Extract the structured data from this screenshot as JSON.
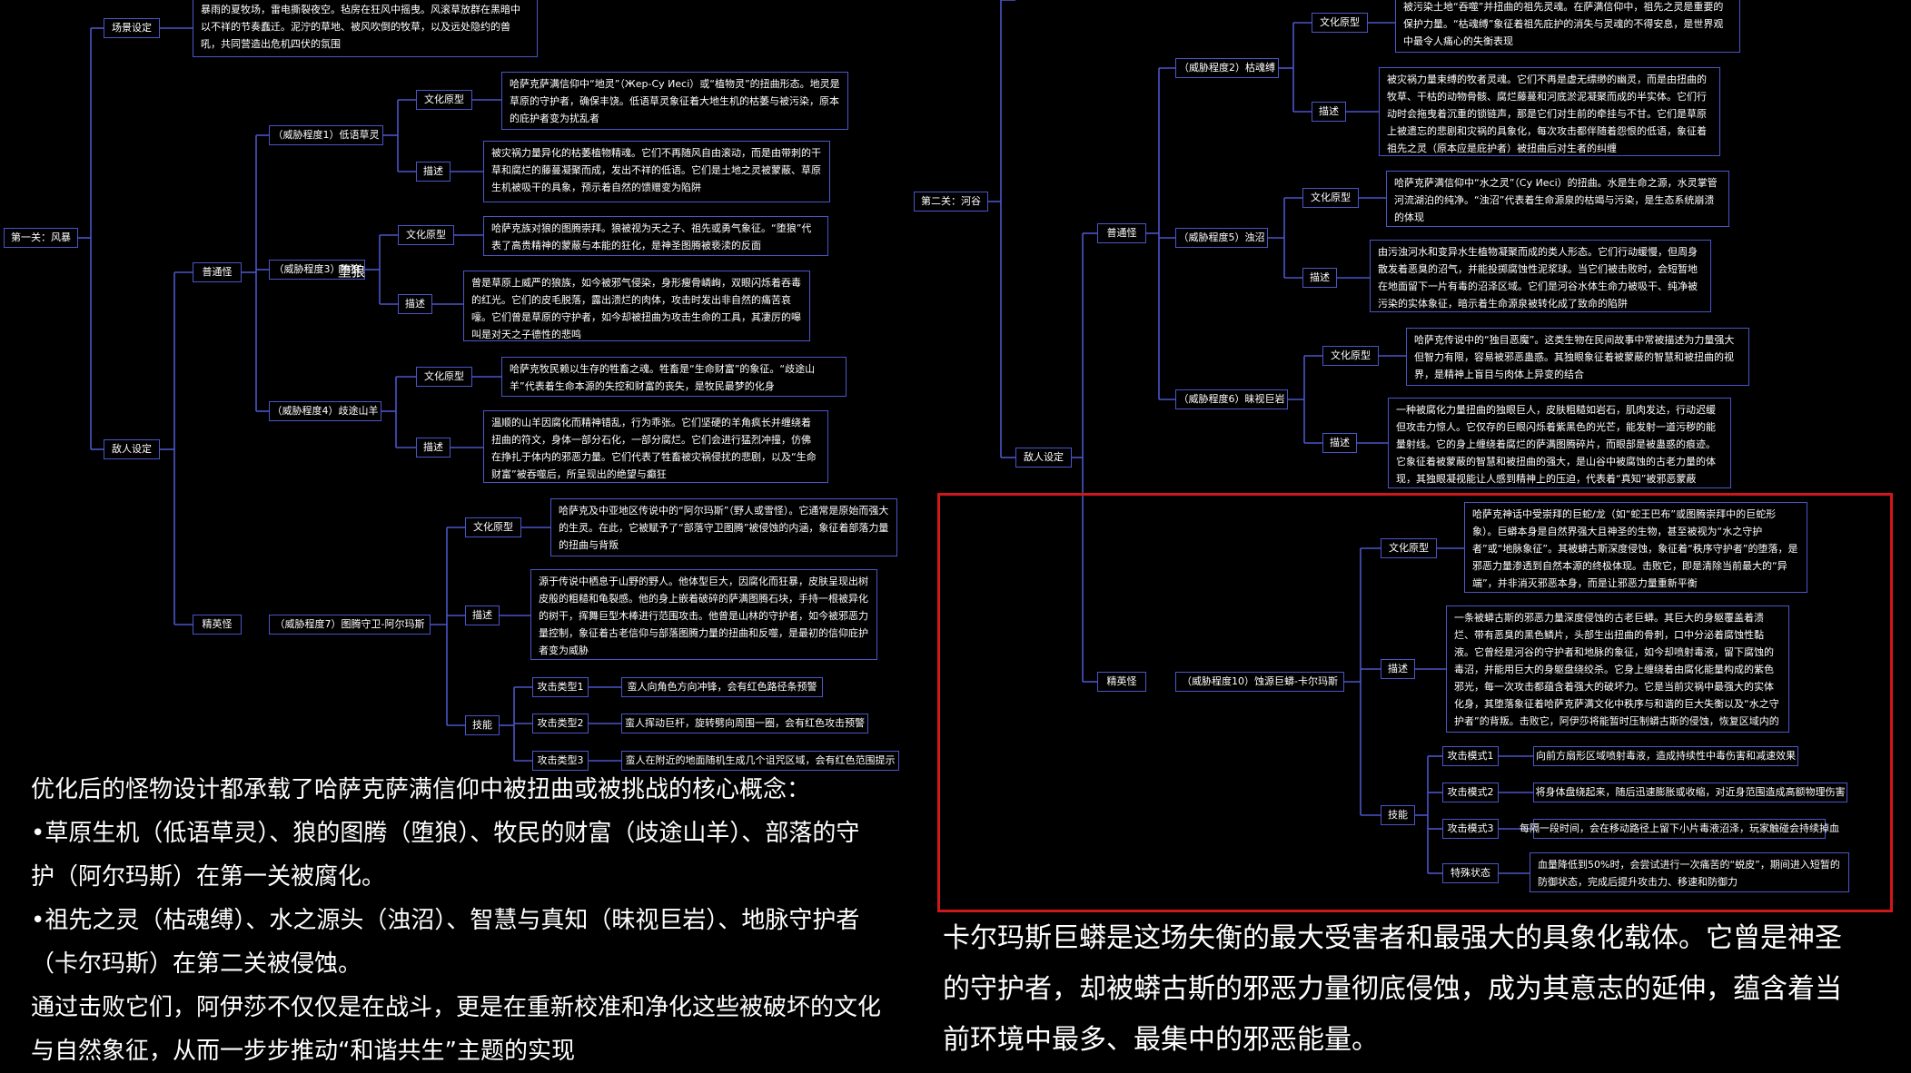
{
  "left_map": {
    "root1": "第一关：风暴",
    "scene": "场景设定",
    "scene_desc": "暴雨的夏牧场，雷电撕裂夜空。毡房在狂风中摇曳。风滚草放群在黑暗中以不祥的节奏蠢迁。泥泞的草地、被风吹倒的牧草，以及远处隐约的兽吼，共同营造出危机四伏的氛围",
    "enemies": "敌人设定",
    "normal": "普通怪",
    "elite": "精英怪",
    "t1": "（威胁程度1）低语草灵",
    "t1_cult": "哈萨克萨满信仰中“地灵”（Жер-Су Иесі）或“植物灵”的扭曲形态。地灵是草原的守护者，确保丰饶。低语草灵象征着大地生机的枯萎与被污染，原本的庇护者变为扰乱者",
    "t1_desc": "被灾祸力量异化的枯萎植物精魂。它们不再随风自由滚动，而是由带刺的干草和腐烂的藤蔓凝聚而成，发出不祥的低语。它们是土地之灵被蒙蔽、草原生机被吸干的具象，预示着自然的馈赠变为陷阱",
    "t3": "（威胁程度3）堕狼",
    "t3_cult": "哈萨克族对狼的图腾崇拜。狼被视为天之子、祖先或勇气象征。“堕狼”代表了高贵精神的蒙蔽与本能的狂化，是神圣图腾被亵渎的反面",
    "t3_desc": "曾是草原上威严的狼族，如今被邪气侵染，身形瘦骨嶙峋，双眼闪烁着吞毒的红光。它们的皮毛脱落，露出溃烂的肉体，攻击时发出非自然的痛苦哀嚎。它们曾是草原的守护者，如今却被扭曲为攻击生命的工具，其凄厉的嗥叫是对天之子德性的悲鸣",
    "t4": "（威胁程度4）歧途山羊",
    "t4_cult": "哈萨克牧民赖以生存的牲畜之魂。牲畜是“生命财富”的象征。“歧途山羊”代表着生命本源的失控和财富的丧失，是牧民最梦的化身",
    "t4_desc": "温顺的山羊因腐化而精神错乱，行为乖张。它们坚硬的羊角疯长并缠绕着扭曲的符文，身体一部分石化，一部分腐烂。它们会进行猛烈冲撞，仿佛在挣扎于体内的邪恶力量。它们代表了牲畜被灾祸侵扰的悲剧，以及“生命财富”被吞噬后，所呈现出的绝望与癫狂",
    "t7": "（威胁程度7）图腾守卫-阿尔玛斯",
    "t7_cult": "哈萨克及中亚地区传说中的“阿尔玛斯”（野人或雪怪）。它通常是原始而强大的生灵。在此，它被赋予了“部落守卫图腾”被侵蚀的内涵，象征着部落力量的扭曲与背叛",
    "t7_desc": "源于传说中栖息于山野的野人。他体型巨大，因腐化而狂暴，皮肤呈现出树皮般的粗糙和龟裂感。他的身上嵌着破碎的萨满图腾石块，手持一根被异化的树干，挥舞巨型木棒进行范围攻击。他曾是山林的守护者，如今被邪恶力量控制，象征着古老信仰与部落图腾力量的扭曲和反噬，是最初的信仰庇护者变为威胁",
    "cult": "文化原型",
    "desc": "描述",
    "skill": "技能",
    "a1": "攻击类型1",
    "a1_txt": "蛮人向角色方向冲锋，会有红色路径条预警",
    "a2": "攻击类型2",
    "a2_txt": "蛮人挥动巨杆，旋转劈向周围一圈，会有红色攻击预警",
    "a3": "攻击类型3",
    "a3_txt": "蛮人在附近的地面随机生成几个诅咒区域，会有红色范围提示"
  },
  "stray_label": "堕狼",
  "right_map": {
    "root2": "第二关：河谷",
    "enemies": "敌人设定",
    "normal": "普通怪",
    "elite": "精英怪",
    "top_desc": "被污染土地“吞噬”并扭曲的祖先灵魂。在萨满信仰中，祖先之灵是重要的保护力量。“枯魂缚”象征着祖先庇护的消失与灵魂的不得安息，是世界观中最令人痛心的失衡表现",
    "t2": "（威胁程度2）枯魂缚",
    "t2_desc": "被灾祸力量束缚的牧者灵魂。它们不再是虚无缥缈的幽灵，而是由扭曲的牧草、干枯的动物骨骸、腐烂藤蔓和河底淤泥凝聚而成的半实体。它们行动时会拖曳着沉重的锁链声，那是它们对生前的牵挂与不甘。它们是草原上被遗忘的悲剧和灾祸的具象化，每次攻击都伴随着怨恨的低语，象征着祖先之灵（原本应是庇护者）被扭曲后对生者的纠缠",
    "t5": "（威胁程度5）浊沼",
    "t5_cult": "哈萨克萨满信仰中“水之灵”（Су Иесі）的扭曲。水是生命之源，水灵掌管河流湖泊的纯净。“浊沼”代表着生命源泉的枯竭与污染，是生态系统崩溃的体现",
    "t5_desc": "由污浊河水和变异水生植物凝聚而成的类人形态。它们行动缓慢，但周身散发着恶臭的沼气，并能投掷腐蚀性泥浆球。当它们被击败时，会短暂地在地面留下一片有毒的沼泽区域。它们是河谷水体生命力被吸干、纯净被污染的实体象征，暗示着生命源泉被转化成了致命的陷阱",
    "t6": "（威胁程度6）昧视巨岩",
    "t6_cult": "哈萨克传说中的“独目恶魔”。这类生物在民间故事中常被描述为力量强大但智力有限，容易被邪恶蛊惑。其独眼象征着被蒙蔽的智慧和被扭曲的视界，是精神上盲目与肉体上异变的结合",
    "t6_desc": "一种被腐化力量扭曲的独眼巨人，皮肤粗糙如岩石，肌肉发达，行动迟缓但攻击力惊人。它仅存的巨眼闪烁着紫黑色的光芒，能发射一道污秽的能量射线。它的身上缠绕着腐烂的萨满图腾碎片，而眼部是被蛊惑的痕迹。它象征着被蒙蔽的智慧和被扭曲的强大，是山谷中被腐蚀的古老力量的体现，其独眼凝视能让人感到精神上的压迫，代表着“真知”被邪恶蒙蔽",
    "t10": "（威胁程度10）蚀源巨蟒-卡尔玛斯",
    "t10_cult": "哈萨克神话中受崇拜的巨蛇/龙（如“蛇王巴布”或图腾崇拜中的巨蛇形象）。巨蟒本身是自然界强大且神圣的生物，甚至被视为“水之守护者”或“地脉象征”。其被蟒古斯深度侵蚀，象征着“秩序守护者”的堕落，是邪恶力量渗透到自然本源的终极体现。击败它，即是清除当前最大的“异端”，并非消灭邪恶本身，而是让邪恶力量重新平衡",
    "t10_desc": "一条被蟒古斯的邪恶力量深度侵蚀的古老巨蟒。其巨大的身躯覆盖着溃烂、带有恶臭的黑色鳞片，头部生出扭曲的骨刺，口中分泌着腐蚀性黏液。它曾经是河谷的守护者和地脉的象征，如今却喷射毒液，留下腐蚀的毒沼，并能用巨大的身躯盘绕绞杀。它身上缠绕着由腐化能量构成的紫色邪光，每一次攻击都蕴含着强大的破坏力。它是当前灾祸中最强大的实体化身，其堕落象征着哈萨克萨满文化中秩序与和谐的巨大失衡以及“水之守护者”的背叛。击败它，阿伊莎将能暂时压制蟒古斯的侵蚀，恢复区域内的平衡",
    "cult": "文化原型",
    "desc": "描述",
    "skill": "技能",
    "m1": "攻击模式1",
    "m1_txt": "向前方扇形区域喷射毒液，造成持续性中毒伤害和减速效果",
    "m2": "攻击模式2",
    "m2_txt": "将身体盘绕起来，随后迅速膨胀或收缩，对近身范围造成高额物理伤害",
    "m3": "攻击模式3",
    "m3_txt": "每隔一段时间，会在移动路径上留下小片毒液沼泽，玩家触碰会持续掉血",
    "sp": "特殊状态",
    "sp_txt": "血量降低到50%时，会尝试进行一次痛苦的“蜕皮”，期间进入短暂的防御状态，完成后提升攻击力、移速和防御力"
  },
  "captions": {
    "left_lines": [
      "优化后的怪物设计都承载了哈萨克萨满信仰中被扭曲或被挑战的核心概念：",
      "•草原生机（低语草灵）、狼的图腾（堕狼）、牧民的财富（歧途山羊）、部落的守",
      "护（阿尔玛斯）在第一关被腐化。",
      "•祖先之灵（枯魂缚）、水之源头（浊沼）、智慧与真知（昧视巨岩）、地脉守护者",
      "（卡尔玛斯）在第二关被侵蚀。",
      "通过击败它们，阿伊莎不仅仅是在战斗，更是在重新校准和净化这些被破坏的文化",
      "与自然象征，从而一步步推动“和谐共生”主题的实现"
    ],
    "right_lines": [
      "卡尔玛斯巨蟒是这场失衡的最大受害者和最强大的具象化载体。它曾是神圣",
      "的守护者，却被蟒古斯的邪恶力量彻底侵蚀，成为其意志的延伸，蕴含着当",
      "前环境中最多、最集中的邪恶能量。"
    ]
  },
  "colors": {
    "line": "#4a56c8",
    "highlight": "#d0171c",
    "text": "#ffffff",
    "bg": "#000000"
  }
}
